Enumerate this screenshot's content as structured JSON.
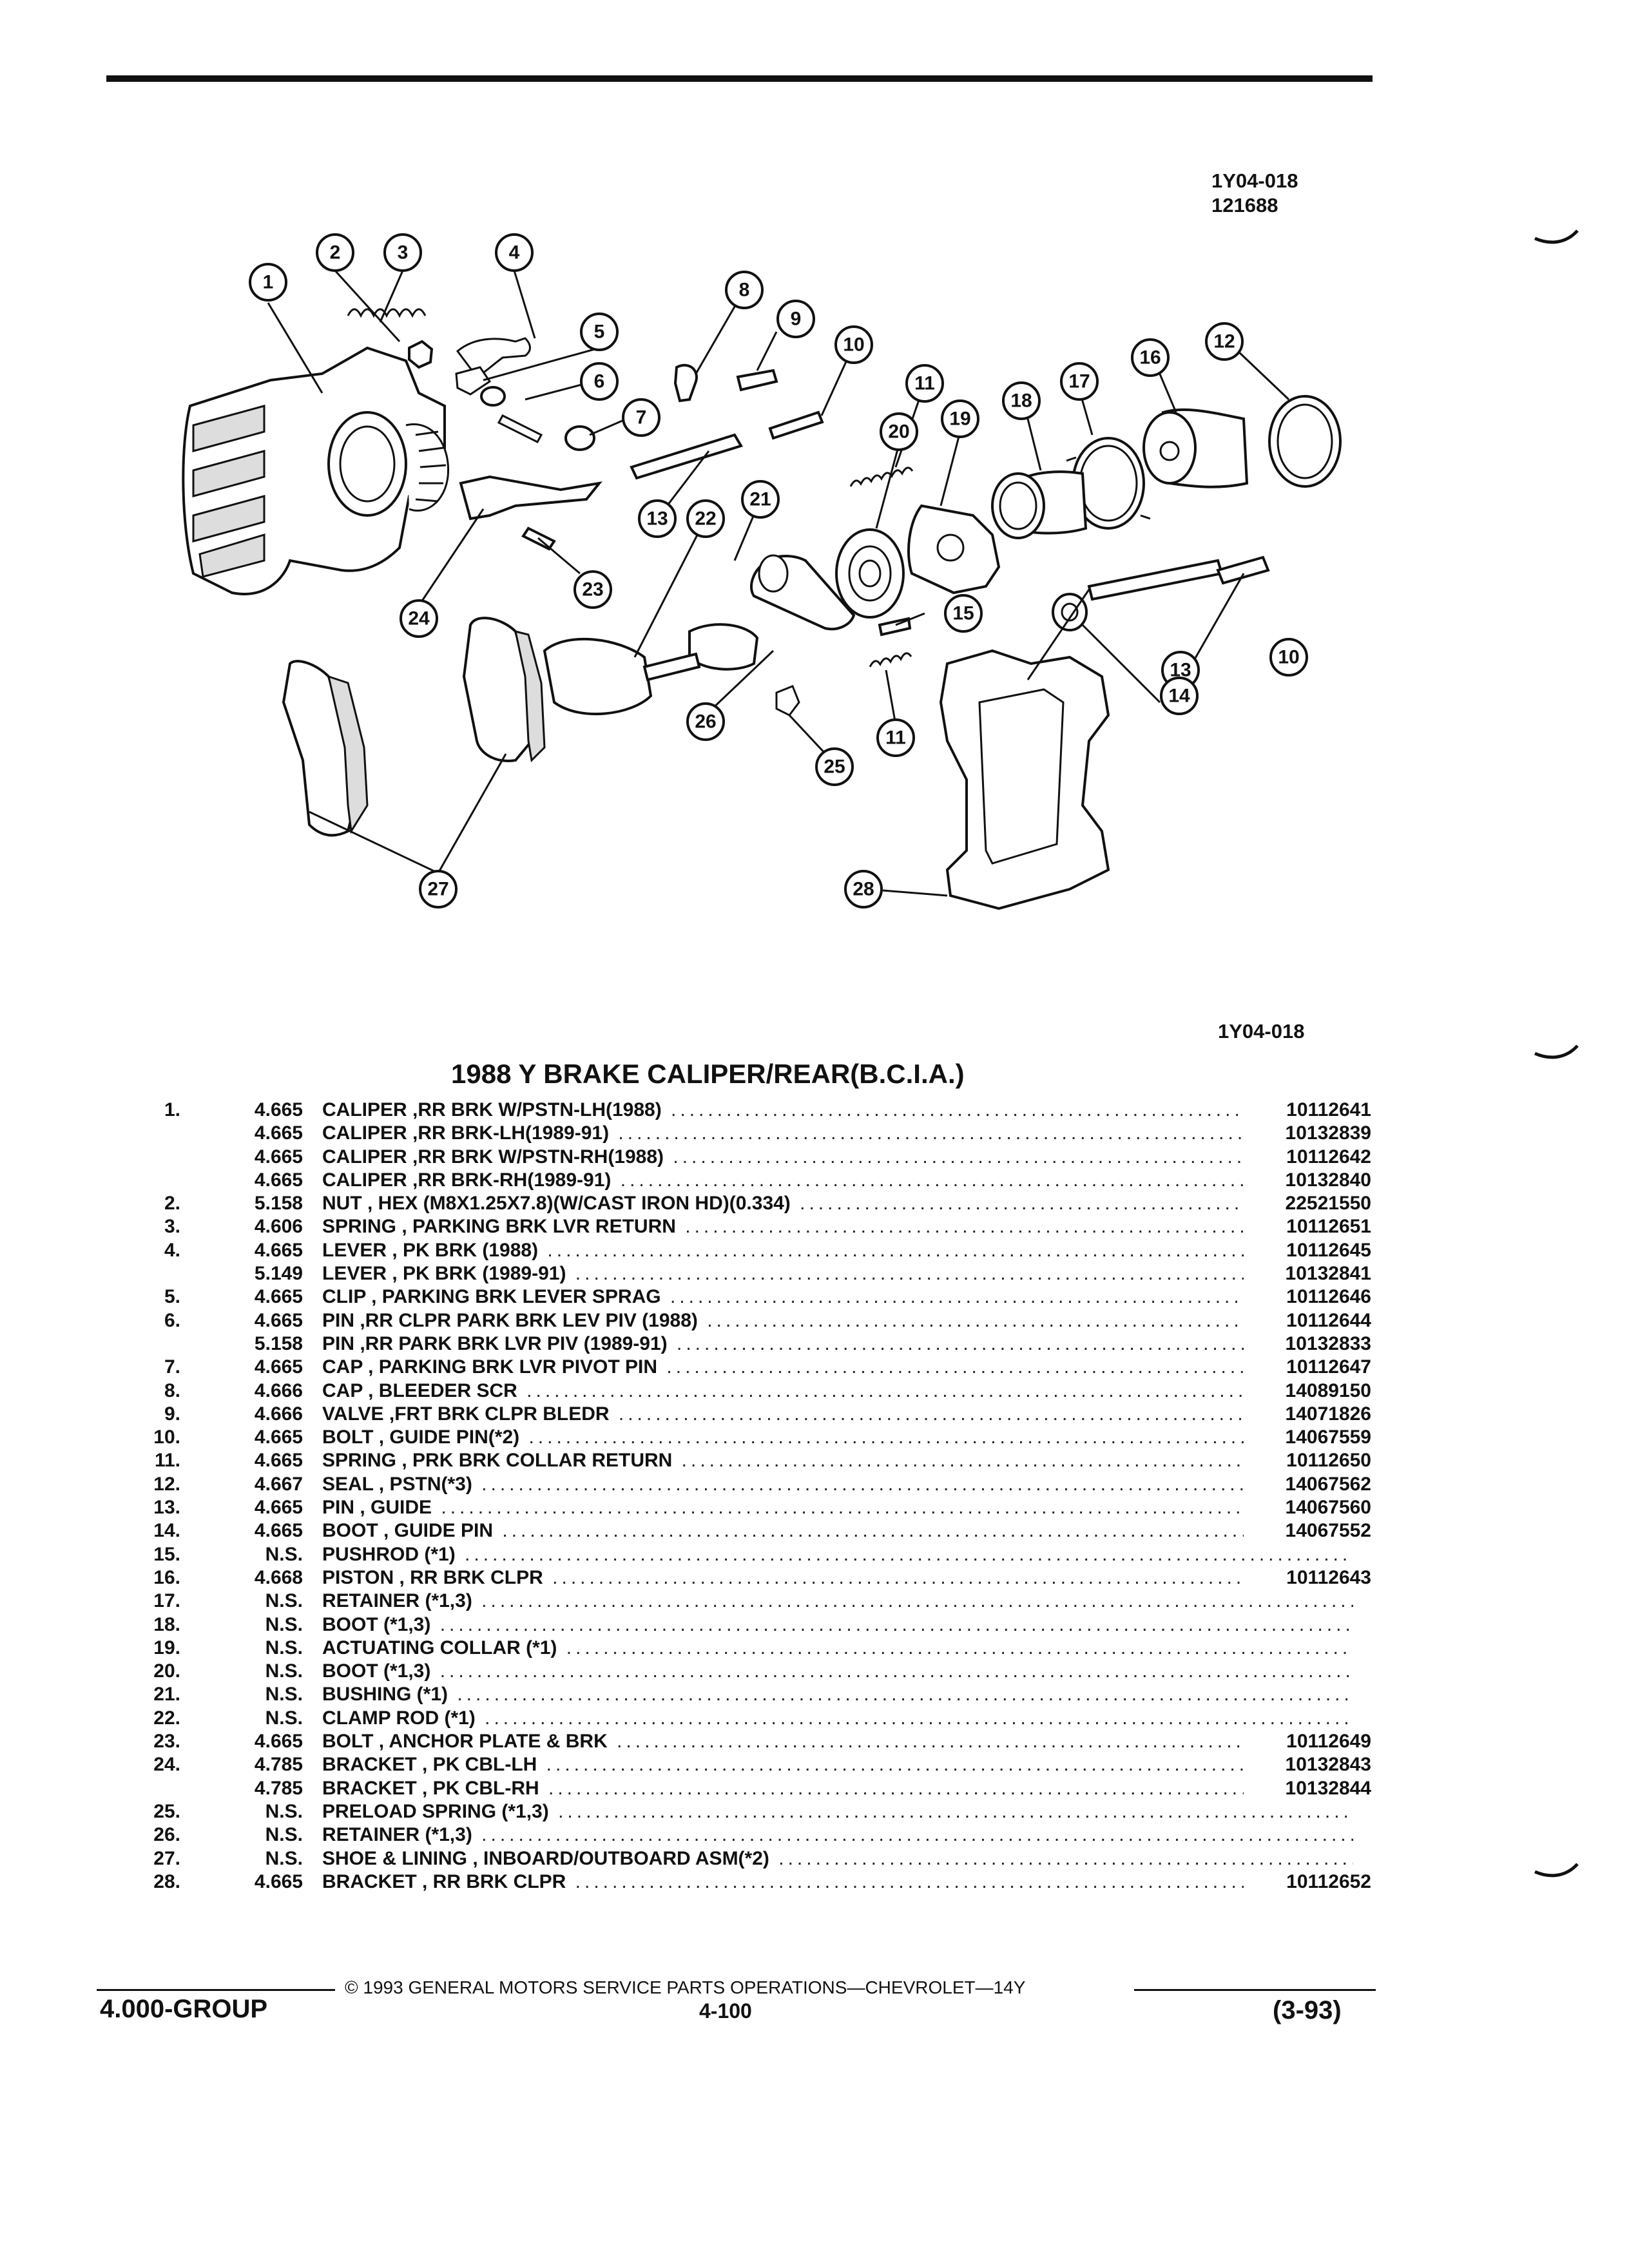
{
  "figure": {
    "id_top": "1Y04-018",
    "date_code": "121688",
    "id_bottom": "1Y04-018",
    "callouts": [
      "1",
      "2",
      "3",
      "4",
      "5",
      "6",
      "7",
      "8",
      "9",
      "10",
      "11",
      "12",
      "13",
      "14",
      "15",
      "16",
      "17",
      "18",
      "19",
      "20",
      "21",
      "22",
      "23",
      "24",
      "25",
      "26",
      "27",
      "28"
    ]
  },
  "title": "1988 Y BRAKE CALIPER/REAR(B.C.I.A.)",
  "parts": [
    {
      "num": "1.",
      "group": "4.665",
      "desc": "CALIPER ,RR BRK W/PSTN-LH(1988)",
      "pn": "10112641"
    },
    {
      "num": "",
      "group": "4.665",
      "desc": "CALIPER ,RR BRK-LH(1989-91)",
      "pn": "10132839"
    },
    {
      "num": "",
      "group": "4.665",
      "desc": "CALIPER ,RR BRK W/PSTN-RH(1988)",
      "pn": "10112642"
    },
    {
      "num": "",
      "group": "4.665",
      "desc": "CALIPER ,RR BRK-RH(1989-91)",
      "pn": "10132840"
    },
    {
      "num": "2.",
      "group": "5.158",
      "desc": "NUT , HEX (M8X1.25X7.8)(W/CAST IRON HD)(0.334)",
      "pn": "22521550"
    },
    {
      "num": "3.",
      "group": "4.606",
      "desc": "SPRING , PARKING BRK LVR RETURN",
      "pn": "10112651"
    },
    {
      "num": "4.",
      "group": "4.665",
      "desc": "LEVER , PK BRK (1988)",
      "pn": "10112645"
    },
    {
      "num": "",
      "group": "5.149",
      "desc": "LEVER , PK BRK (1989-91)",
      "pn": "10132841"
    },
    {
      "num": "5.",
      "group": "4.665",
      "desc": "CLIP , PARKING BRK LEVER SPRAG",
      "pn": "10112646"
    },
    {
      "num": "6.",
      "group": "4.665",
      "desc": "PIN ,RR CLPR PARK BRK LEV PIV (1988)",
      "pn": "10112644"
    },
    {
      "num": "",
      "group": "5.158",
      "desc": "PIN ,RR PARK BRK LVR PIV (1989-91)",
      "pn": "10132833"
    },
    {
      "num": "7.",
      "group": "4.665",
      "desc": "CAP , PARKING BRK LVR PIVOT PIN",
      "pn": "10112647"
    },
    {
      "num": "8.",
      "group": "4.666",
      "desc": "CAP , BLEEDER SCR",
      "pn": "14089150"
    },
    {
      "num": "9.",
      "group": "4.666",
      "desc": "VALVE ,FRT BRK CLPR BLEDR",
      "pn": "14071826"
    },
    {
      "num": "10.",
      "group": "4.665",
      "desc": "BOLT , GUIDE PIN(*2)",
      "pn": "14067559"
    },
    {
      "num": "11.",
      "group": "4.665",
      "desc": "SPRING , PRK BRK COLLAR RETURN",
      "pn": "10112650"
    },
    {
      "num": "12.",
      "group": "4.667",
      "desc": "SEAL , PSTN(*3)",
      "pn": "14067562"
    },
    {
      "num": "13.",
      "group": "4.665",
      "desc": "PIN , GUIDE",
      "pn": "14067560"
    },
    {
      "num": "14.",
      "group": "4.665",
      "desc": "BOOT , GUIDE PIN",
      "pn": "14067552"
    },
    {
      "num": "15.",
      "group": "N.S.",
      "desc": "PUSHROD (*1)",
      "pn": ""
    },
    {
      "num": "16.",
      "group": "4.668",
      "desc": "PISTON , RR BRK CLPR",
      "pn": "10112643"
    },
    {
      "num": "17.",
      "group": "N.S.",
      "desc": "RETAINER (*1,3)",
      "pn": ""
    },
    {
      "num": "18.",
      "group": "N.S.",
      "desc": "BOOT (*1,3)",
      "pn": ""
    },
    {
      "num": "19.",
      "group": "N.S.",
      "desc": "ACTUATING COLLAR (*1)",
      "pn": ""
    },
    {
      "num": "20.",
      "group": "N.S.",
      "desc": "BOOT (*1,3)",
      "pn": ""
    },
    {
      "num": "21.",
      "group": "N.S.",
      "desc": "BUSHING (*1)",
      "pn": ""
    },
    {
      "num": "22.",
      "group": "N.S.",
      "desc": "CLAMP ROD (*1)",
      "pn": ""
    },
    {
      "num": "23.",
      "group": "4.665",
      "desc": "BOLT , ANCHOR PLATE & BRK",
      "pn": "10112649"
    },
    {
      "num": "24.",
      "group": "4.785",
      "desc": "BRACKET , PK CBL-LH",
      "pn": "10132843"
    },
    {
      "num": "",
      "group": "4.785",
      "desc": "BRACKET , PK CBL-RH",
      "pn": "10132844"
    },
    {
      "num": "25.",
      "group": "N.S.",
      "desc": "PRELOAD SPRING (*1,3)",
      "pn": ""
    },
    {
      "num": "26.",
      "group": "N.S.",
      "desc": "RETAINER (*1,3)",
      "pn": ""
    },
    {
      "num": "27.",
      "group": "N.S.",
      "desc": "SHOE & LINING , INBOARD/OUTBOARD ASM(*2)",
      "pn": ""
    },
    {
      "num": "28.",
      "group": "4.665",
      "desc": "BRACKET , RR BRK CLPR",
      "pn": "10112652"
    }
  ],
  "footer": {
    "copyright": "© 1993 GENERAL MOTORS SERVICE PARTS OPERATIONS—CHEVROLET—14Y",
    "group": "4.000-GROUP",
    "page": "4-100",
    "date": "(3-93)"
  }
}
